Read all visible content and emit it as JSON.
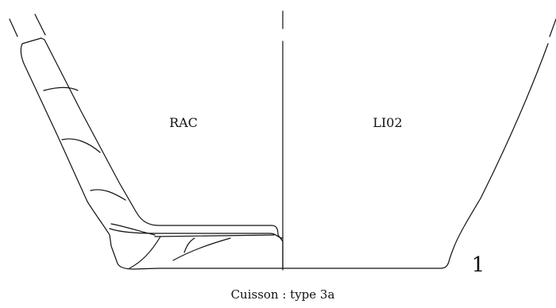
{
  "labels": {
    "left_section": "RAC",
    "right_section": "LI02",
    "figure_number": "1",
    "caption": "Cuisson : type 3a"
  }
}
